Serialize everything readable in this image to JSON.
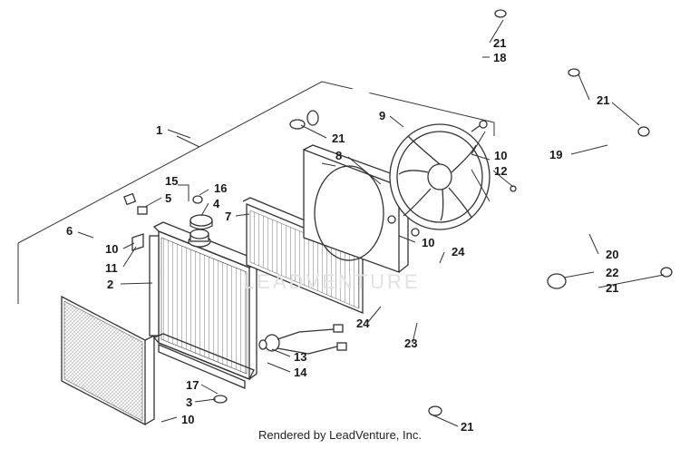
{
  "footer": "Rendered by LeadVenture, Inc.",
  "watermark": "LEADVENTURE",
  "callouts": [
    {
      "id": "c1",
      "text": "1"
    },
    {
      "id": "c2",
      "text": "2"
    },
    {
      "id": "c3",
      "text": "3"
    },
    {
      "id": "c4",
      "text": "4"
    },
    {
      "id": "c5",
      "text": "5"
    },
    {
      "id": "c6",
      "text": "6"
    },
    {
      "id": "c7",
      "text": "7"
    },
    {
      "id": "c8",
      "text": "8"
    },
    {
      "id": "c9",
      "text": "9"
    },
    {
      "id": "c10a",
      "text": "10"
    },
    {
      "id": "c10b",
      "text": "10"
    },
    {
      "id": "c10c",
      "text": "10"
    },
    {
      "id": "c10d",
      "text": "10"
    },
    {
      "id": "c11",
      "text": "11"
    },
    {
      "id": "c12",
      "text": "12"
    },
    {
      "id": "c13",
      "text": "13"
    },
    {
      "id": "c14",
      "text": "14"
    },
    {
      "id": "c15",
      "text": "15"
    },
    {
      "id": "c16",
      "text": "16"
    },
    {
      "id": "c17",
      "text": "17"
    },
    {
      "id": "c18",
      "text": "18"
    },
    {
      "id": "c19",
      "text": "19"
    },
    {
      "id": "c20",
      "text": "20"
    },
    {
      "id": "c21a",
      "text": "21"
    },
    {
      "id": "c21b",
      "text": "21"
    },
    {
      "id": "c21c",
      "text": "21"
    },
    {
      "id": "c21d",
      "text": "21"
    },
    {
      "id": "c21e",
      "text": "21"
    },
    {
      "id": "c22",
      "text": "22"
    },
    {
      "id": "c23",
      "text": "23"
    },
    {
      "id": "c24a",
      "text": "24"
    },
    {
      "id": "c24b",
      "text": "24"
    }
  ]
}
